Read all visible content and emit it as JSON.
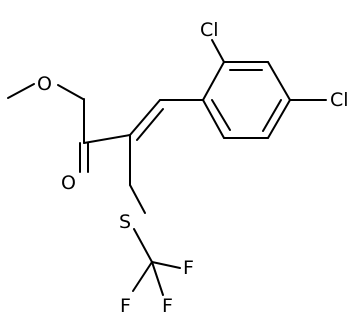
{
  "molecule": {
    "atoms": {
      "cl_ortho": "Cl",
      "cl_para": "Cl",
      "o_ether": "O",
      "o_carbonyl": "O",
      "s": "S",
      "f_top": "F",
      "f_right": "F",
      "f_bottom": "F"
    }
  },
  "colors": {
    "bond": "#000000",
    "label": "#000000",
    "background": "#ffffff"
  }
}
